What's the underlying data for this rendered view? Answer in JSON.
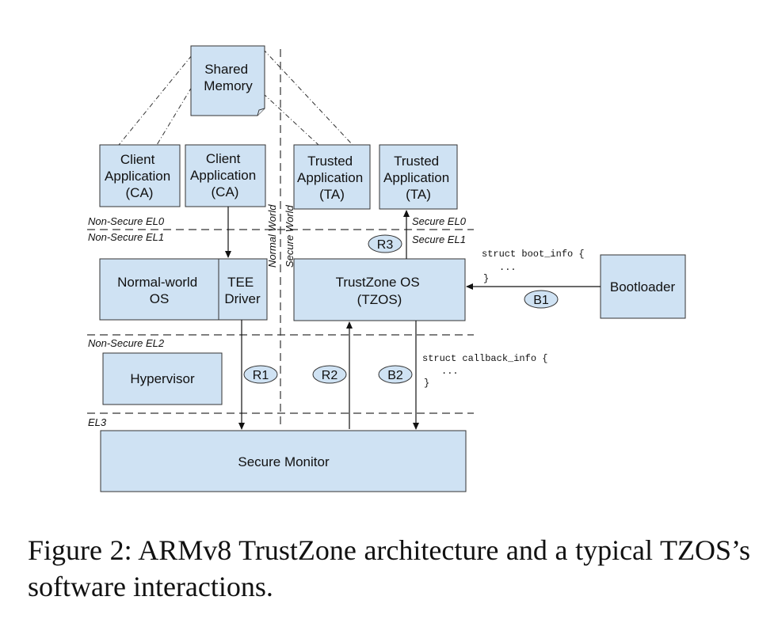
{
  "boxes": {
    "shared_memory": [
      "Shared",
      "Memory"
    ],
    "client_app_1": [
      "Client",
      "Application",
      "(CA)"
    ],
    "client_app_2": [
      "Client",
      "Application",
      "(CA)"
    ],
    "trusted_app_1": [
      "Trusted",
      "Application",
      "(TA)"
    ],
    "trusted_app_2": [
      "Trusted",
      "Application",
      "(TA)"
    ],
    "normal_world_os": [
      "Normal-world",
      "OS"
    ],
    "tee_driver": [
      "TEE",
      "Driver"
    ],
    "trustzone_os": [
      "TrustZone OS",
      "(TZOS)"
    ],
    "bootloader": [
      "Bootloader"
    ],
    "hypervisor": [
      "Hypervisor"
    ],
    "secure_monitor": [
      "Secure Monitor"
    ]
  },
  "levels": {
    "non_secure_el0": "Non-Secure EL0",
    "non_secure_el1": "Non-Secure EL1",
    "secure_el0": "Secure EL0",
    "secure_el1": "Secure EL1",
    "non_secure_el2": "Non-Secure EL2",
    "el3": "EL3"
  },
  "worlds": {
    "normal": "Normal World",
    "secure": "Secure World"
  },
  "badges": {
    "r1": "R1",
    "r2": "R2",
    "r3": "R3",
    "b1": "B1",
    "b2": "B2"
  },
  "code": {
    "boot_info": [
      "struct boot_info {",
      "...",
      "}"
    ],
    "callback_info": [
      "struct callback_info {",
      "...",
      "}"
    ]
  },
  "colors": {
    "box_fill": "#cfe2f3",
    "badge_fill": "#cfe2f3",
    "stroke": "#333333"
  },
  "caption": "Figure 2: ARMv8 TrustZone architecture and a typical TZOS’s software interactions."
}
